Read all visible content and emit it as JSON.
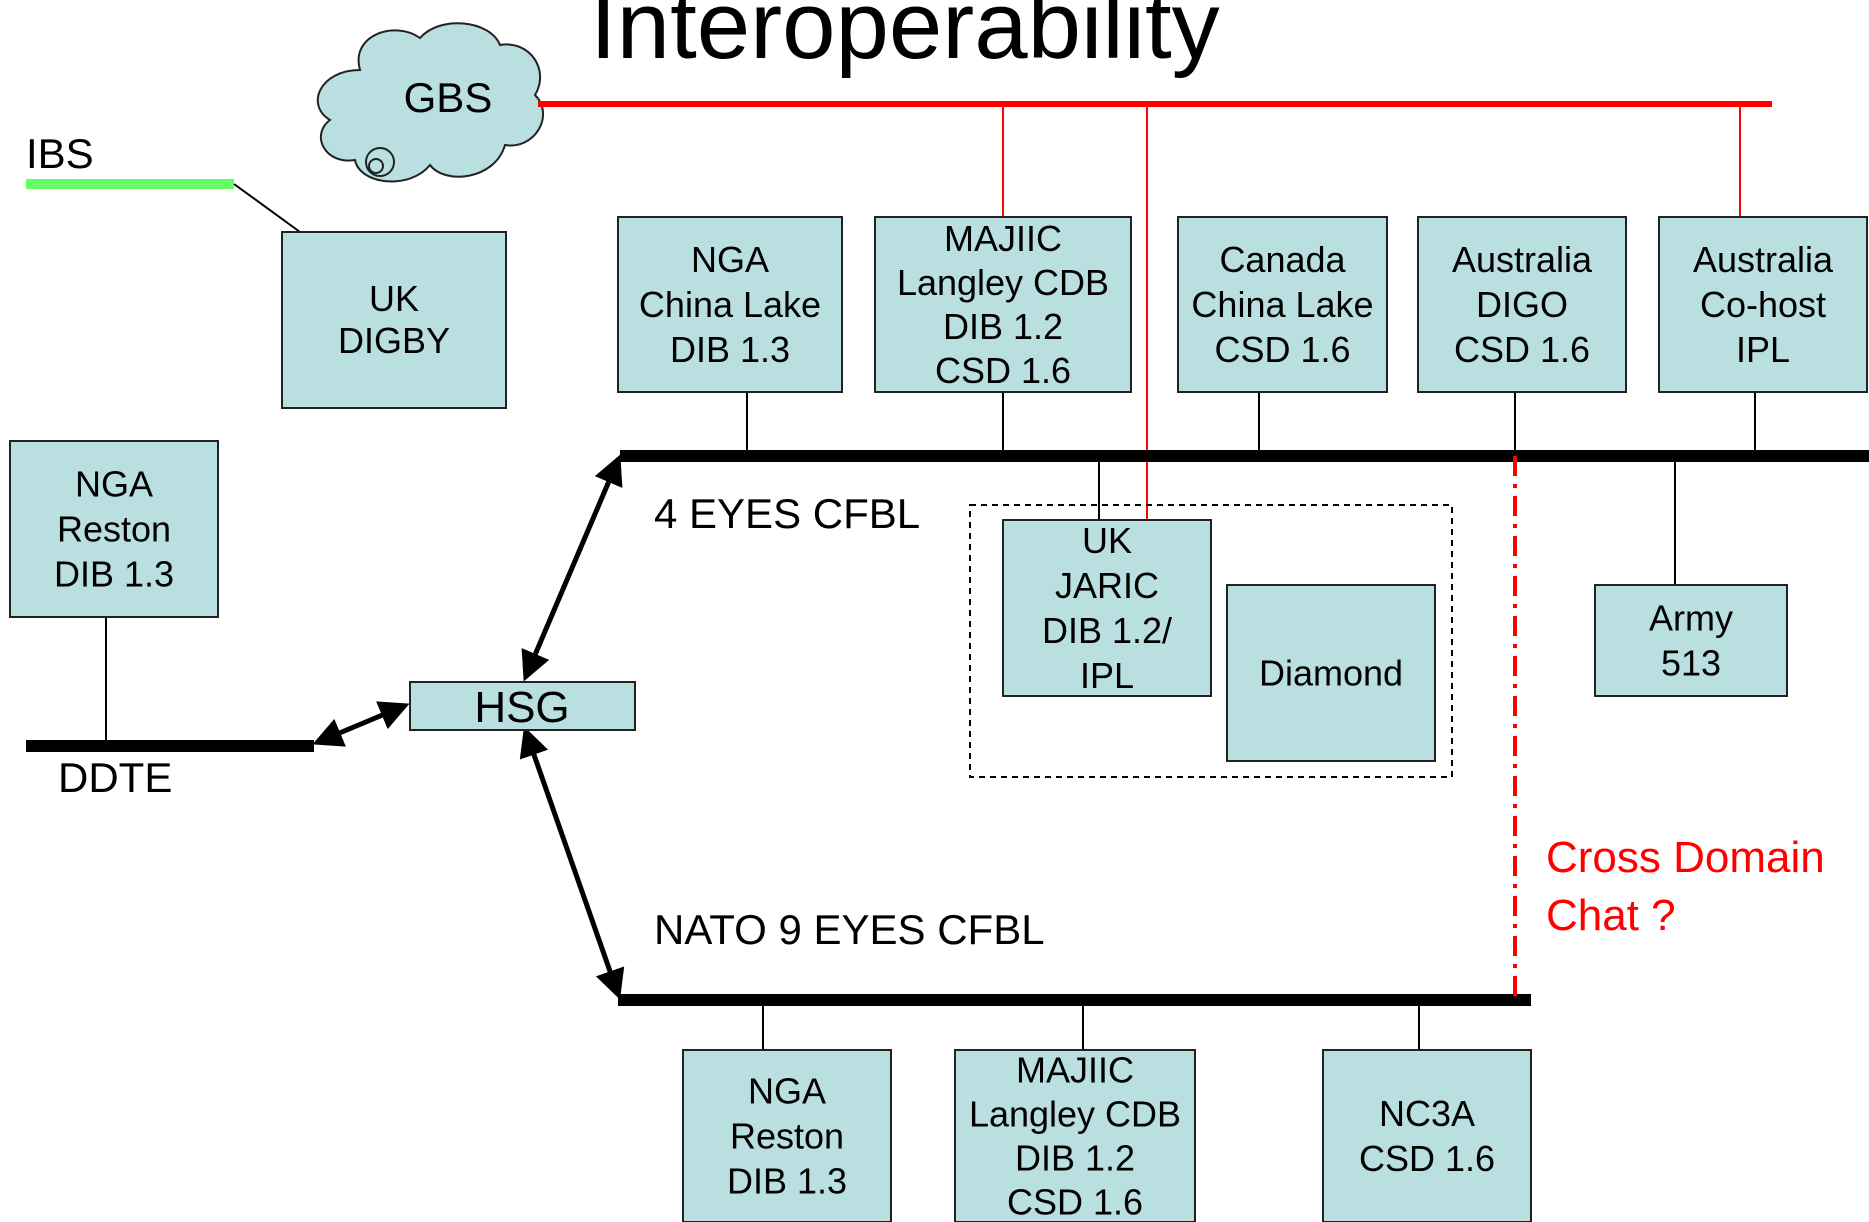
{
  "title": "Interoperability",
  "colors": {
    "box_fill": "#b9dfe1",
    "red_bus": "#ff0000",
    "ibs_line": "#66ff66",
    "black_bus": "#000000"
  },
  "cloud": {
    "label": "GBS"
  },
  "ibs": {
    "label": "IBS"
  },
  "ddte": {
    "label": "DDTE"
  },
  "hsg": {
    "label": "HSG"
  },
  "networks": {
    "four_eyes": "4 EYES CFBL",
    "nato": "NATO 9 EYES CFBL"
  },
  "cross_domain": {
    "line1": "Cross Domain",
    "line2": "Chat ?"
  },
  "nodes": {
    "uk_digby": [
      "UK",
      "DIGBY"
    ],
    "nga_reston_left": [
      "NGA",
      "Reston",
      "DIB 1.3"
    ],
    "nga_china_lake": [
      "NGA",
      "China Lake",
      "DIB 1.3"
    ],
    "majiic_top": [
      "MAJIIC",
      "Langley CDB",
      "DIB 1.2",
      "CSD 1.6"
    ],
    "canada": [
      "Canada",
      "China Lake",
      "CSD 1.6"
    ],
    "australia_digo": [
      "Australia",
      "DIGO",
      "CSD 1.6"
    ],
    "australia_cohost": [
      "Australia",
      "Co-host",
      "IPL"
    ],
    "uk_jaric": [
      "UK",
      "JARIC",
      "DIB 1.2/",
      "IPL"
    ],
    "diamond": [
      "Diamond"
    ],
    "army": [
      "Army",
      "513"
    ],
    "nga_reston_bottom": [
      "NGA",
      "Reston",
      "DIB 1.3"
    ],
    "majiic_bottom": [
      "MAJIIC",
      "Langley CDB",
      "DIB 1.2",
      "CSD 1.6"
    ],
    "nc3a": [
      "NC3A",
      "CSD 1.6"
    ]
  }
}
